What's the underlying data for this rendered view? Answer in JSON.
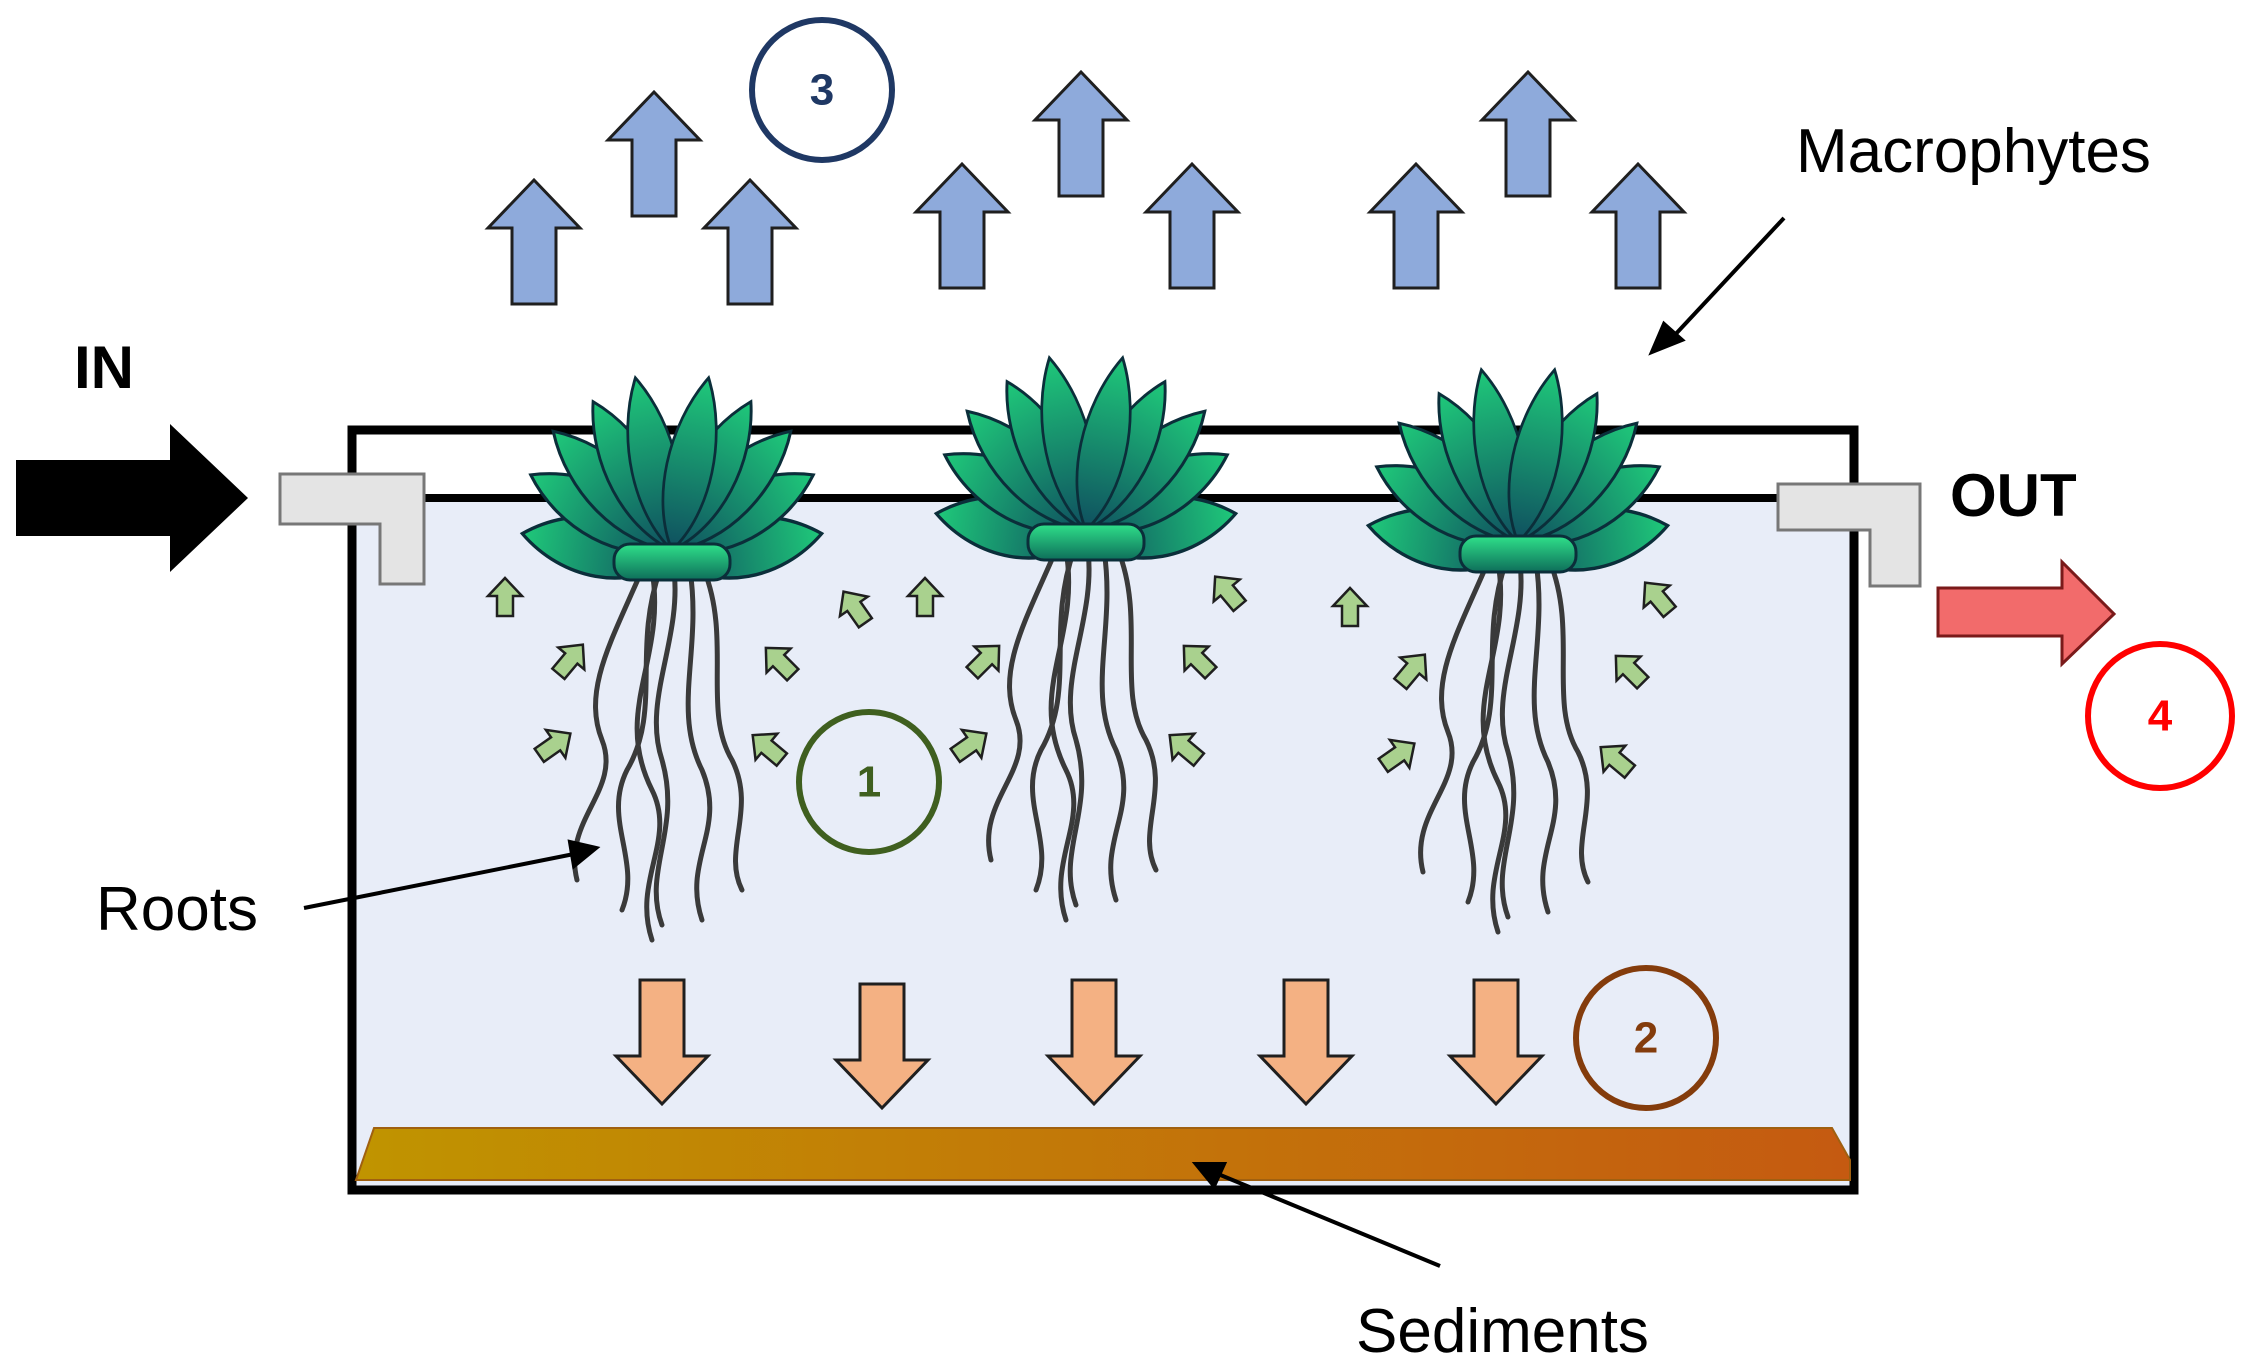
{
  "labels": {
    "in": "IN",
    "out": "OUT",
    "macrophytes": "Macrophytes",
    "roots": "Roots",
    "sediments": "Sediments"
  },
  "markers": {
    "m1": "1",
    "m2": "2",
    "m3": "3",
    "m4": "4"
  },
  "colors": {
    "water": "#E8EDF8",
    "upward_arrows": "#8EAADB",
    "sediment_arrows": "#F4B183",
    "uptake_arrows": "#A9D18E",
    "outflow_arrow": "#F26B6B",
    "marker_1": "#3F5F1F",
    "marker_2": "#843C0C",
    "marker_3": "#1F3864",
    "marker_4": "#FF0000",
    "leaf_light": "#1FC97A",
    "leaf_dark": "#0F4F5F",
    "sediment_left": "#C09400",
    "sediment_right": "#C55A11"
  }
}
